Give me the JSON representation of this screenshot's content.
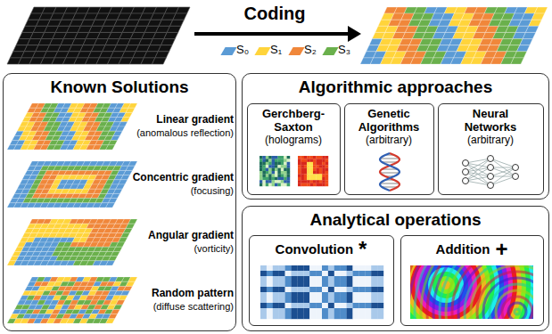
{
  "diagram": {
    "nodes": [
      {
        "text": [
          "Known Solutions"
        ]
      },
      {
        "text": [
          "Algorithmic approaches"
        ]
      },
      {
        "text": [
          "Gerchberg-Saxton",
          "(holograms)"
        ],
        "in": 1
      },
      {
        "text": [
          "Genetic Algorithms",
          "(arbitrary)"
        ],
        "in": 1
      },
      {
        "text": [
          "Neural Networks",
          "(arbitrary)"
        ],
        "in": 1
      },
      {
        "text": [
          "Analytical operations"
        ]
      },
      {
        "text": [
          "Convolution",
          "*"
        ],
        "in": 5
      },
      {
        "text": [
          "Addition",
          "+"
        ],
        "in": 5
      }
    ],
    "labels": [
      "Coding",
      "Linear gradient",
      "(anomalous reflection)",
      "Concentric gradient",
      "(focusing)",
      "Angular gradient",
      "(vorticity)",
      "Random pattern",
      "(diffuse scattering)"
    ],
    "legend": [
      {
        "text": "S₀",
        "color": "#5b9bd5"
      },
      {
        "text": "S₁",
        "color": "#ffd43b"
      },
      {
        "text": "S₂",
        "color": "#f0873a"
      },
      {
        "text": "S₃",
        "color": "#6ab04c"
      }
    ]
  }
}
